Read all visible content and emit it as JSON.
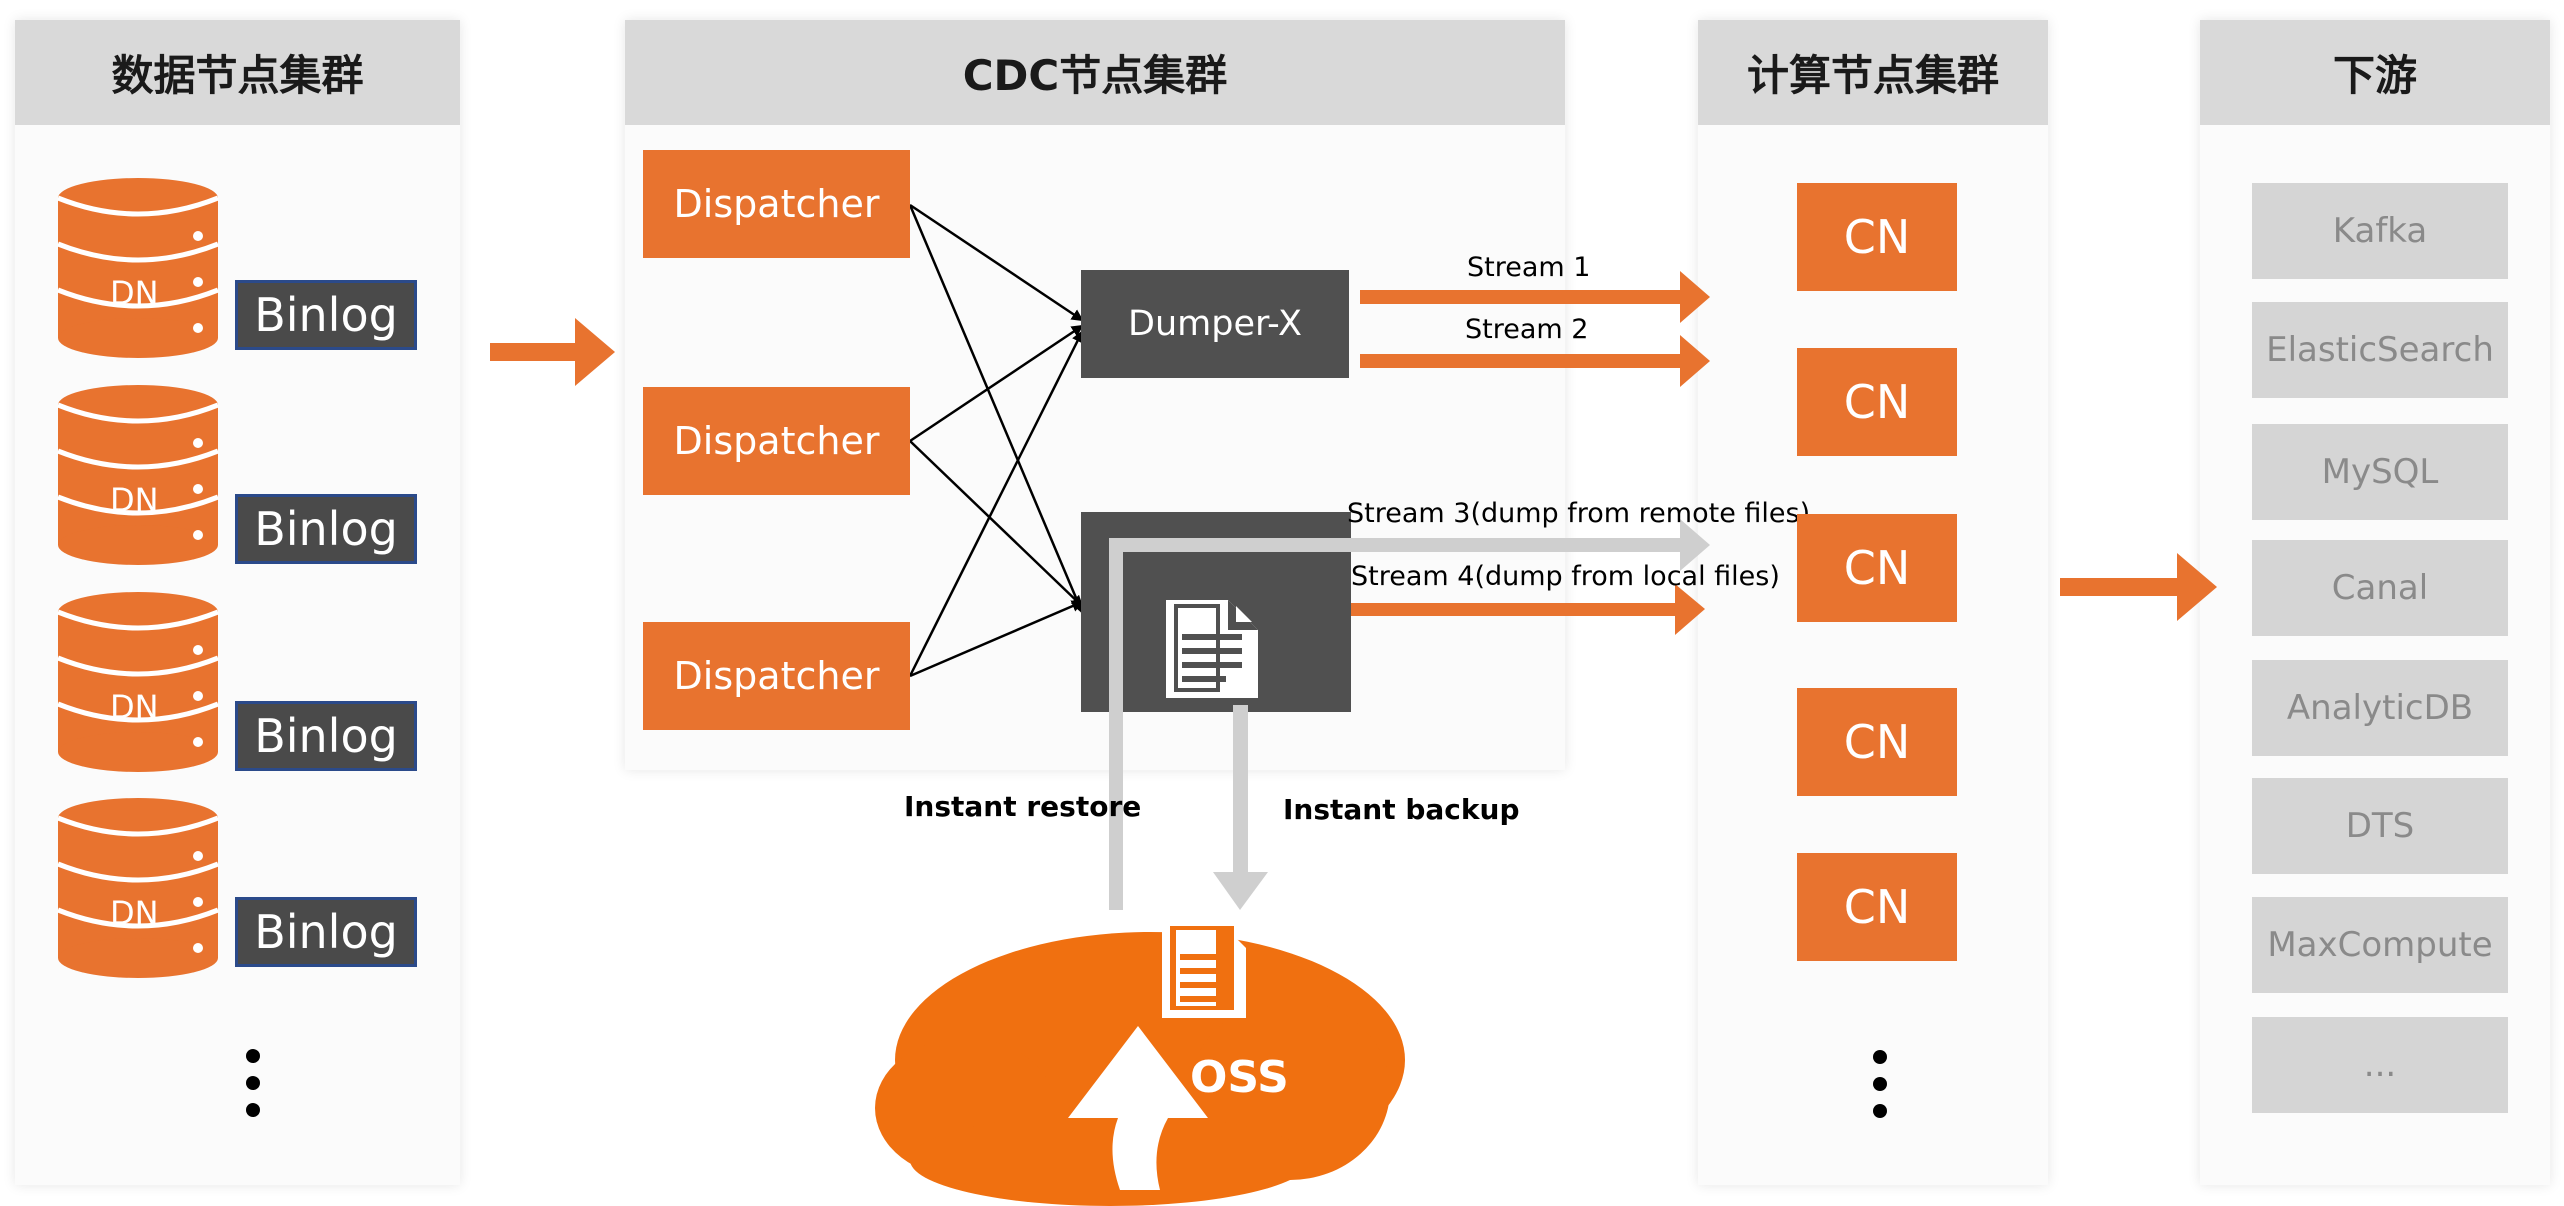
{
  "panels": {
    "data_nodes": {
      "title": "数据节点集群"
    },
    "cdc_nodes": {
      "title": "CDC节点集群"
    },
    "compute_nodes": {
      "title": "计算节点集群"
    },
    "downstream": {
      "title": "下游"
    }
  },
  "dn_label": "DN",
  "binlog_label": "Binlog",
  "dispatchers": [
    "Dispatcher",
    "Dispatcher",
    "Dispatcher"
  ],
  "dumper_label": "Dumper-X",
  "streams": {
    "s1": "Stream 1",
    "s2": "Stream 2",
    "s3": "Stream 3(dump from remote files)",
    "s4": "Stream 4(dump from local files)"
  },
  "instant_restore": "Instant restore",
  "instant_backup": "Instant backup",
  "oss_label": "OSS",
  "cn_label": "CN",
  "downstream_items": [
    "Kafka",
    "ElasticSearch",
    "MySQL",
    "Canal",
    "AnalyticDB",
    "DTS",
    "MaxCompute",
    "..."
  ],
  "colors": {
    "accent": "#e8732f",
    "oss": "#f07010",
    "dark_box": "#505050",
    "header": "#d9d9d9",
    "downstream_box": "#d5d5d5",
    "gray_arrow": "#cfcfcf"
  }
}
